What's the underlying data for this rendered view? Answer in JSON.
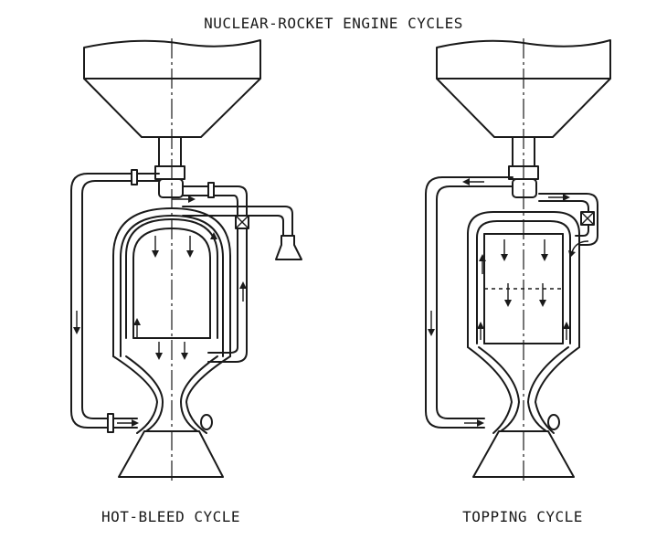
{
  "title": "NUCLEAR-ROCKET ENGINE CYCLES",
  "captions": {
    "left": "HOT-BLEED CYCLE",
    "right": "TOPPING CYCLE"
  }
}
